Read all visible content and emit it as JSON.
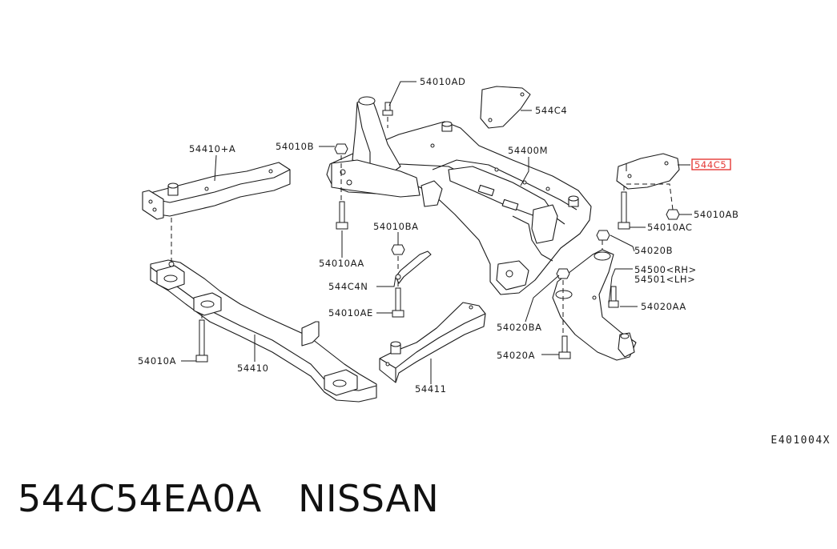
{
  "labels": {
    "l_54010AD": "54010AD",
    "l_544C4": "544C4",
    "l_54010B": "54010B",
    "l_54400M": "54400M",
    "l_54410A": "54410+A",
    "l_544C5": "544C5",
    "l_54010AB": "54010AB",
    "l_54010AC": "54010AC",
    "l_54010BA": "54010BA",
    "l_54020B": "54020B",
    "l_54010AA": "54010AA",
    "l_544C4N": "544C4N",
    "l_54500": "54500<RH>",
    "l_54501": "54501<LH>",
    "l_54010AE": "54010AE",
    "l_54020AA": "54020AA",
    "l_54020BA": "54020BA",
    "l_54010A": "54010A",
    "l_54410": "54410",
    "l_54411": "54411",
    "l_54020A": "54020A"
  },
  "highlight": {
    "part_ref": "544C5",
    "color": "#e53935"
  },
  "diagram_code": "E401004X",
  "caption": "544C54EA0A   NISSAN"
}
